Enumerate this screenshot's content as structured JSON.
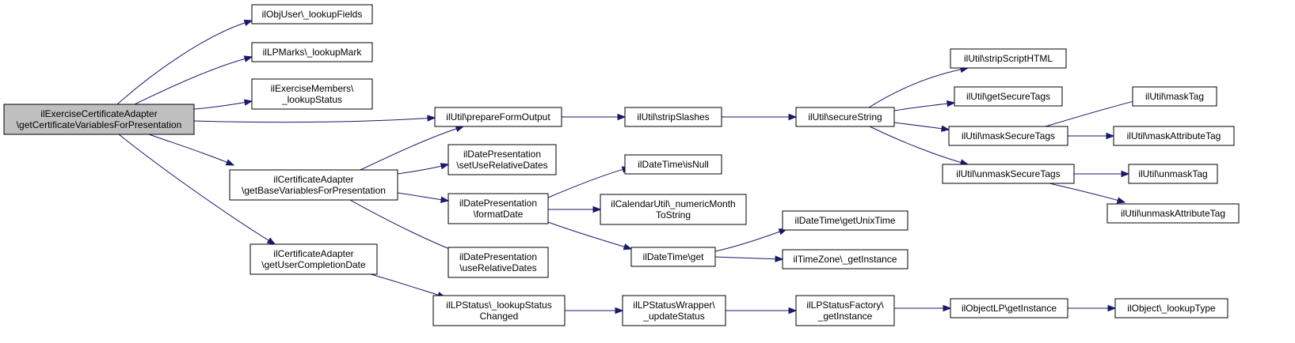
{
  "graph": {
    "nodes": [
      {
        "id": "root",
        "lines": [
          "ilExerciseCertificateAdapter",
          "\\getCertificateVariablesForPresentation"
        ]
      },
      {
        "id": "objuser_lookupfields",
        "lines": [
          "ilObjUser\\_lookupFields"
        ]
      },
      {
        "id": "lpmarks_lookupmark",
        "lines": [
          "ilLPMarks\\_lookupMark"
        ]
      },
      {
        "id": "exercisemembers_lookupstatus",
        "lines": [
          "ilExerciseMembers\\",
          "_lookupStatus"
        ]
      },
      {
        "id": "util_prepareformoutput",
        "lines": [
          "ilUtil\\prepareFormOutput"
        ]
      },
      {
        "id": "certadapter_getbasevars",
        "lines": [
          "ilCertificateAdapter",
          "\\getBaseVariablesForPresentation"
        ]
      },
      {
        "id": "certadapter_getusercompletiondate",
        "lines": [
          "ilCertificateAdapter",
          "\\getUserCompletionDate"
        ]
      },
      {
        "id": "util_stripslashes",
        "lines": [
          "ilUtil\\stripSlashes"
        ]
      },
      {
        "id": "datepres_setuserelativedates",
        "lines": [
          "ilDatePresentation",
          "\\setUseRelativeDates"
        ]
      },
      {
        "id": "datepres_formatdate",
        "lines": [
          "ilDatePresentation",
          "\\formatDate"
        ]
      },
      {
        "id": "datepres_userelativedates",
        "lines": [
          "ilDatePresentation",
          "\\useRelativeDates"
        ]
      },
      {
        "id": "lpstatus_lookupstatuschanged",
        "lines": [
          "ilLPStatus\\_lookupStatus",
          "Changed"
        ]
      },
      {
        "id": "datetime_isnull",
        "lines": [
          "ilDateTime\\isNull"
        ]
      },
      {
        "id": "calendarutil_numericmonth",
        "lines": [
          "ilCalendarUtil\\_numericMonth",
          "ToString"
        ]
      },
      {
        "id": "datetime_get",
        "lines": [
          "ilDateTime\\get"
        ]
      },
      {
        "id": "lpstatuswrapper_updatestatus",
        "lines": [
          "ilLPStatusWrapper\\",
          "_updateStatus"
        ]
      },
      {
        "id": "util_securestring",
        "lines": [
          "ilUtil\\secureString"
        ]
      },
      {
        "id": "datetime_getunixtime",
        "lines": [
          "ilDateTime\\getUnixTime"
        ]
      },
      {
        "id": "timezone_getinstance",
        "lines": [
          "ilTimeZone\\_getInstance"
        ]
      },
      {
        "id": "lpstatusfactory_getinstance",
        "lines": [
          "ilLPStatusFactory\\",
          "_getInstance"
        ]
      },
      {
        "id": "util_stripscripthtml",
        "lines": [
          "ilUtil\\stripScriptHTML"
        ]
      },
      {
        "id": "util_getsecuretags",
        "lines": [
          "ilUtil\\getSecureTags"
        ]
      },
      {
        "id": "util_masksecuretags",
        "lines": [
          "ilUtil\\maskSecureTags"
        ]
      },
      {
        "id": "util_unmasksecuretags",
        "lines": [
          "ilUtil\\unmaskSecureTags"
        ]
      },
      {
        "id": "objectlp_getinstance",
        "lines": [
          "ilObjectLP\\getInstance"
        ]
      },
      {
        "id": "util_masktag",
        "lines": [
          "ilUtil\\maskTag"
        ]
      },
      {
        "id": "util_maskattributetag",
        "lines": [
          "ilUtil\\maskAttributeTag"
        ]
      },
      {
        "id": "util_unmasktag",
        "lines": [
          "ilUtil\\unmaskTag"
        ]
      },
      {
        "id": "util_unmaskattributetag",
        "lines": [
          "ilUtil\\unmaskAttributeTag"
        ]
      },
      {
        "id": "object_lookuptype",
        "lines": [
          "ilObject\\_lookupType"
        ]
      }
    ],
    "edges": [
      {
        "from": "root",
        "to": "objuser_lookupfields"
      },
      {
        "from": "root",
        "to": "lpmarks_lookupmark"
      },
      {
        "from": "root",
        "to": "exercisemembers_lookupstatus"
      },
      {
        "from": "root",
        "to": "util_prepareformoutput"
      },
      {
        "from": "root",
        "to": "certadapter_getbasevars"
      },
      {
        "from": "root",
        "to": "certadapter_getusercompletiondate"
      },
      {
        "from": "certadapter_getbasevars",
        "to": "util_prepareformoutput"
      },
      {
        "from": "certadapter_getbasevars",
        "to": "datepres_setuserelativedates"
      },
      {
        "from": "certadapter_getbasevars",
        "to": "datepres_formatdate"
      },
      {
        "from": "certadapter_getbasevars",
        "to": "datepres_userelativedates"
      },
      {
        "from": "certadapter_getusercompletiondate",
        "to": "lpstatus_lookupstatuschanged"
      },
      {
        "from": "util_prepareformoutput",
        "to": "util_stripslashes"
      },
      {
        "from": "datepres_formatdate",
        "to": "datetime_isnull"
      },
      {
        "from": "datepres_formatdate",
        "to": "calendarutil_numericmonth"
      },
      {
        "from": "datepres_formatdate",
        "to": "datetime_get"
      },
      {
        "from": "lpstatus_lookupstatuschanged",
        "to": "lpstatuswrapper_updatestatus"
      },
      {
        "from": "util_stripslashes",
        "to": "util_securestring"
      },
      {
        "from": "datetime_get",
        "to": "datetime_getunixtime"
      },
      {
        "from": "datetime_get",
        "to": "timezone_getinstance"
      },
      {
        "from": "lpstatuswrapper_updatestatus",
        "to": "lpstatusfactory_getinstance"
      },
      {
        "from": "util_securestring",
        "to": "util_stripscripthtml"
      },
      {
        "from": "util_securestring",
        "to": "util_getsecuretags"
      },
      {
        "from": "util_securestring",
        "to": "util_masksecuretags"
      },
      {
        "from": "util_securestring",
        "to": "util_unmasksecuretags"
      },
      {
        "from": "lpstatusfactory_getinstance",
        "to": "objectlp_getinstance"
      },
      {
        "from": "util_masksecuretags",
        "to": "util_masktag"
      },
      {
        "from": "util_masksecuretags",
        "to": "util_maskattributetag"
      },
      {
        "from": "util_unmasksecuretags",
        "to": "util_unmasktag"
      },
      {
        "from": "util_unmasksecuretags",
        "to": "util_unmaskattributetag"
      },
      {
        "from": "objectlp_getinstance",
        "to": "object_lookuptype"
      }
    ]
  },
  "colors": {
    "root_fill": "#bfbfbf",
    "node_fill": "#ffffff",
    "node_stroke": "#000000",
    "edge": "#191970"
  }
}
